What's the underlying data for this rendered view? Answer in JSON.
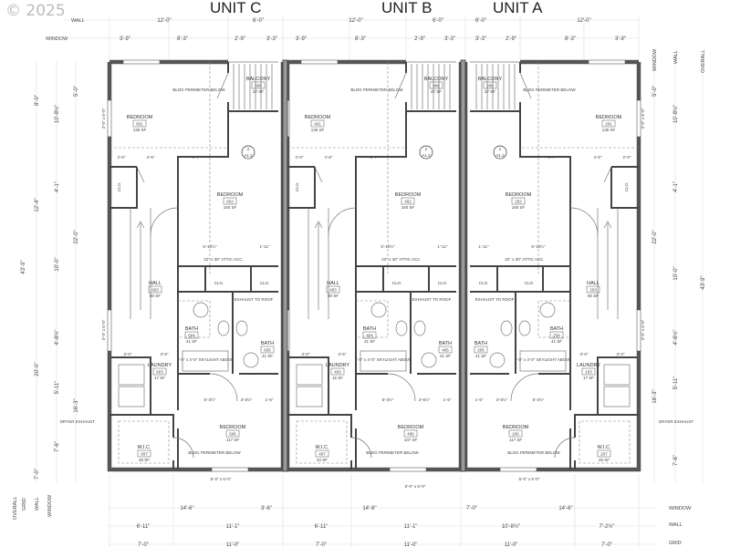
{
  "copyright": "© 2025",
  "units": {
    "c": "UNIT C",
    "b": "UNIT B",
    "a": "UNIT A"
  },
  "row_labels": {
    "wall": "WALL",
    "window": "WINDOW",
    "grid": "GRID",
    "overall": "OVERALL"
  },
  "top_dims": {
    "wall": [
      "12'-0\"",
      "6'-0\"",
      "12'-0\"",
      "6'-0\"",
      "6'-0\"",
      "12'-0\""
    ],
    "window": [
      "3'-9\"",
      "8'-3\"",
      "2'-9\"",
      "3'-3\"",
      "3'-9\"",
      "8'-3\"",
      "2'-9\"",
      "3'-3\"",
      "3'-3\"",
      "2'-9\"",
      "8'-3\"",
      "3'-9\""
    ]
  },
  "bottom_dims": {
    "window": [
      "14'-6\"",
      "3'-6\"",
      "14'-6\"",
      "7'-0\"",
      "14'-6\""
    ],
    "wall": [
      "6'-11\"",
      "11'-1\"",
      "6'-11\"",
      "11'-1\"",
      "10'-8½\"",
      "7'-2½\""
    ],
    "grid": [
      "7'-0\"",
      "11'-0\"",
      "7'-0\"",
      "11'-0\"",
      "11'-0\"",
      "7'-0\""
    ]
  },
  "left_dims": {
    "overall": "43'-9\"",
    "grid": [
      "8'-0\"",
      "12'-4\"",
      "20'-0\"",
      "7'-0\""
    ],
    "wall": [
      "10'-8½\"",
      "4'-1\"",
      "10'-0\"",
      "4'-8½\"",
      "5'-11\"",
      "7'-6\""
    ],
    "window": [
      "5'-0\"",
      "22'-0\"",
      "16'-3\""
    ]
  },
  "right_dims": {
    "overall": "43'-9\"",
    "wall": [
      "10'-8½\"",
      "4'-1\"",
      "10'-0\"",
      "4'-8½\"",
      "5'-11\"",
      "7'-6\""
    ],
    "window": [
      "5'-0\"",
      "22'-0\"",
      "16'-3\""
    ]
  },
  "window_size_side": "3'-0\" x 6'-0\"",
  "window_size_bottom": "5'-0\" x 5'-0\"",
  "dryer_exhaust": "DRYER EXHAUST",
  "rooms": {
    "unit_c": [
      {
        "name": "BEDROOM",
        "number": "601",
        "area": "136 SF"
      },
      {
        "name": "BALCONY",
        "number": "608",
        "area": "27 SF"
      },
      {
        "name": "BEDROOM",
        "number": "602",
        "area": "160 SF"
      },
      {
        "name": "HALL",
        "number": "603",
        "area": "80 SF"
      },
      {
        "name": "BATH",
        "number": "604",
        "area": "41 SF"
      },
      {
        "name": "BATH",
        "number": "605",
        "area": "41 SF"
      },
      {
        "name": "LAUNDRY",
        "number": "603",
        "area": "17 SF"
      },
      {
        "name": "BEDROOM",
        "number": "606",
        "area": "117 SF"
      },
      {
        "name": "W.I.C.",
        "number": "607",
        "area": "45 SF"
      }
    ],
    "unit_b": [
      {
        "name": "BEDROOM",
        "number": "401",
        "area": "136 SF"
      },
      {
        "name": "BALCONY",
        "number": "408",
        "area": "27 SF"
      },
      {
        "name": "BEDROOM",
        "number": "402",
        "area": "160 SF"
      },
      {
        "name": "HALL",
        "number": "403",
        "area": "80 SF"
      },
      {
        "name": "BATH",
        "number": "404",
        "area": "41 SF"
      },
      {
        "name": "BATH",
        "number": "405",
        "area": "41 SF"
      },
      {
        "name": "LAUNDRY",
        "number": "403",
        "area": "15 SF"
      },
      {
        "name": "BEDROOM",
        "number": "406",
        "area": "107 SF"
      },
      {
        "name": "W.I.C.",
        "number": "407",
        "area": "42 SF"
      }
    ],
    "unit_a": [
      {
        "name": "BEDROOM",
        "number": "201",
        "area": "136 SF"
      },
      {
        "name": "BALCONY",
        "number": "208",
        "area": "27 SF"
      },
      {
        "name": "BEDROOM",
        "number": "202",
        "area": "160 SF"
      },
      {
        "name": "HALL",
        "number": "203",
        "area": "80 SF"
      },
      {
        "name": "BATH",
        "number": "204",
        "area": "41 SF"
      },
      {
        "name": "BATH",
        "number": "205",
        "area": "41 SF"
      },
      {
        "name": "LAUNDRY",
        "number": "103",
        "area": "17 SF"
      },
      {
        "name": "BEDROOM",
        "number": "206",
        "area": "117 SF"
      },
      {
        "name": "W.I.C.",
        "number": "207",
        "area": "45 SF"
      }
    ]
  },
  "notes": {
    "perimeter": "BLDG PERIMETER BELOW",
    "section_number": "2",
    "section_sheet": "A1.2",
    "exhaust": "EXHAUST TO ROOF",
    "attic": "22\" x 30\" ATTIC ACC.",
    "skylight": "2'-0\" x 4'-0\" SKYLIGHT ABOVE",
    "closet": "CLO."
  },
  "interior_dims": [
    "2'-0\"",
    "4'-5\"",
    "4'-7\"",
    "5'-10½\"",
    "1'-11\"",
    "3'-0\"",
    "3'-5\"",
    "5'-3½\"",
    "3'-6½\"",
    "1'-6\""
  ]
}
